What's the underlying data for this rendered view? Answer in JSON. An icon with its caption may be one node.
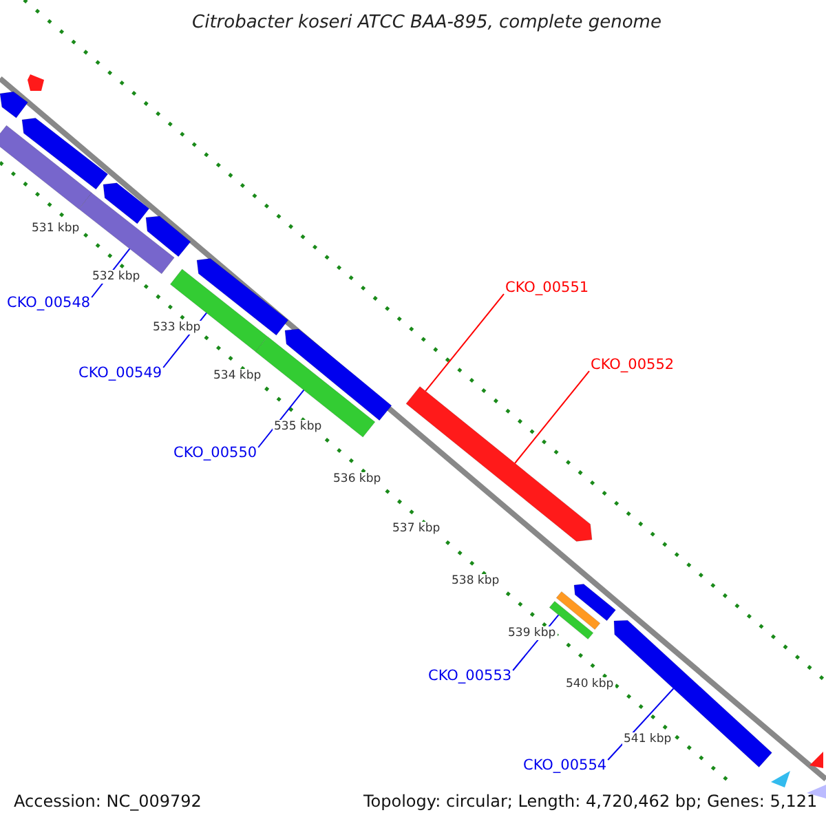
{
  "diagram": {
    "title": "Citrobacter koseri ATCC BAA-895, complete genome",
    "nodes": [
      {
        "text": [],
        "shape": "bar"
      },
      {
        "text": [],
        "shape": "bar"
      },
      {
        "text": [],
        "shape": "bar"
      },
      {
        "text": [],
        "shape": "bar"
      },
      {
        "text": [],
        "shape": "bar"
      },
      {
        "text": [],
        "shape": "bar"
      },
      {
        "text": [
          "CKO_00548"
        ]
      },
      {
        "text": [],
        "shape": "bar"
      },
      {
        "text": [],
        "shape": "bar"
      },
      {
        "text": [],
        "shape": "bar"
      },
      {
        "text": [
          "CKO_00549"
        ]
      },
      {
        "text": [],
        "shape": "bar"
      },
      {
        "text": [
          "CKO_00550"
        ]
      },
      {
        "text": [
          "CKO_00551"
        ]
      },
      {
        "text": [],
        "shape": "bar"
      },
      {
        "text": [
          "CKO_00552"
        ]
      },
      {
        "text": [],
        "shape": "bar"
      },
      {
        "text": [],
        "shape": "bar"
      },
      {
        "text": [],
        "shape": "bar"
      },
      {
        "text": [
          "CKO_00553"
        ]
      },
      {
        "text": [],
        "shape": "bar"
      },
      {
        "text": [
          "CKO_00554"
        ]
      }
    ],
    "edges": [
      {
        "from": 6,
        "to": 3,
        "arrow": "none"
      },
      {
        "from": 10,
        "to": 8,
        "arrow": "none"
      },
      {
        "from": 12,
        "to": 9,
        "arrow": "none"
      },
      {
        "from": 13,
        "to": 14,
        "arrow": "none",
        "color": "#ff0000"
      },
      {
        "from": 15,
        "to": 14,
        "arrow": "none",
        "color": "#ff0000"
      },
      {
        "from": 19,
        "to": 18,
        "arrow": "none"
      },
      {
        "from": 21,
        "to": 20,
        "arrow": "none"
      }
    ],
    "labels": [
      "531 kbp",
      "532 kbp",
      "533 kbp",
      "534 kbp",
      "535 kbp",
      "536 kbp",
      "537 kbp",
      "538 kbp",
      "539 kbp",
      "540 kbp",
      "541 kbp",
      "Accession: NC_009792",
      "Topology: circular; Length: 4,720,462 bp; Genes: 5,121"
    ]
  }
}
